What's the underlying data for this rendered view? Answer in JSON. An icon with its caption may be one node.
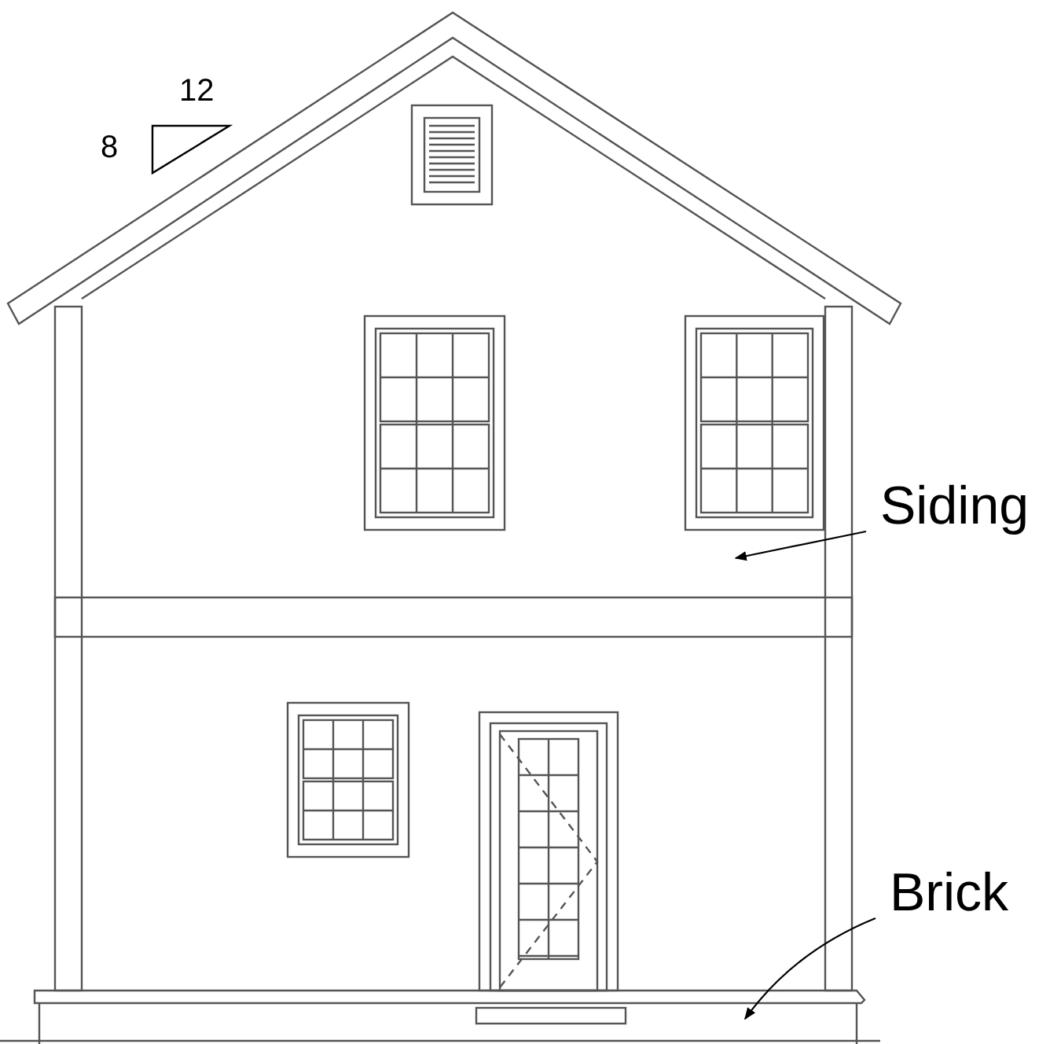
{
  "diagram": {
    "nodes": [
      {
        "text": [
          "Siding"
        ]
      },
      {
        "text": [
          "Brick"
        ]
      }
    ],
    "edges": [
      {
        "from": 0,
        "to": null,
        "arrow": "to"
      },
      {
        "from": 1,
        "to": null,
        "arrow": "to"
      }
    ],
    "labels": [
      "12",
      "8"
    ]
  }
}
